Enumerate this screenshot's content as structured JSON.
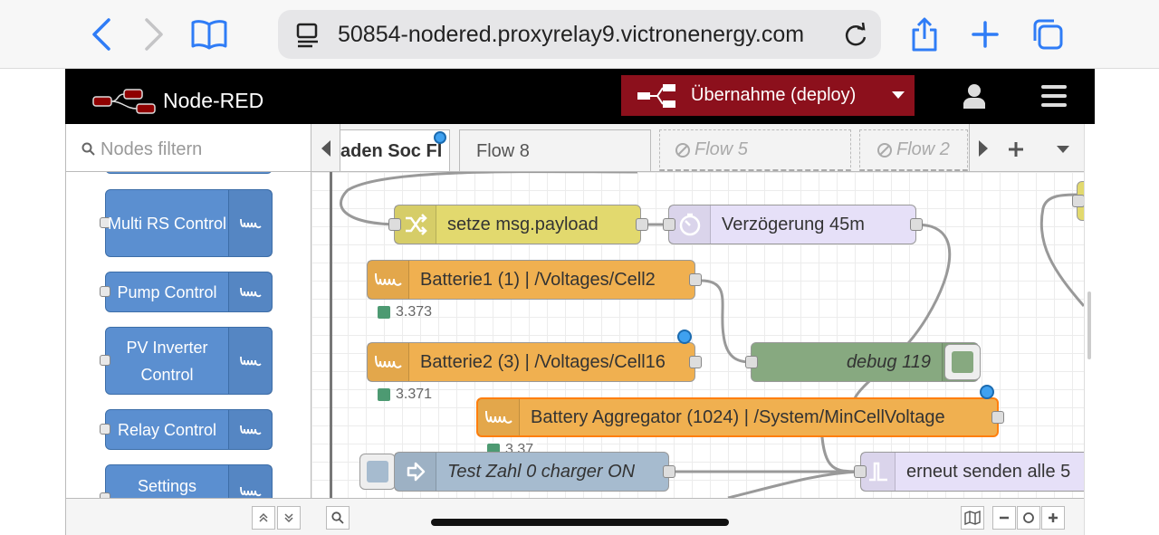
{
  "browser": {
    "url": "50854-nodered.proxyrelay9.victronenergy.com"
  },
  "header": {
    "app_title": "Node-RED",
    "deploy_label": "Übernahme (deploy)"
  },
  "palette": {
    "search_placeholder": "Nodes filtern",
    "items": [
      {
        "label": "Multi RS Control"
      },
      {
        "label": "Pump Control"
      },
      {
        "label": "PV Inverter Control"
      },
      {
        "label": "Relay Control"
      },
      {
        "label": "Settings"
      }
    ]
  },
  "tabs": [
    {
      "label": "aden Soc Fl",
      "state": "active"
    },
    {
      "label": "Flow 8",
      "state": "normal"
    },
    {
      "label": "Flow 5",
      "state": "disabled"
    },
    {
      "label": "Flow 2",
      "state": "disabled"
    }
  ],
  "flow": {
    "nodes": [
      {
        "label": "setze msg.payload",
        "type": "change",
        "color": "#e2d96e"
      },
      {
        "label": "Verzögerung 45m",
        "type": "delay",
        "color": "#e6e0f8"
      },
      {
        "label": "Batterie1 (1) | /Voltages/Cell2",
        "type": "victron-input",
        "color": "#f0b050",
        "status": "3.373"
      },
      {
        "label": "debug 119",
        "type": "debug",
        "color": "#87a980"
      },
      {
        "label": "Batterie2 (3) | /Voltages/Cell16",
        "type": "victron-input",
        "color": "#f0b050",
        "status": "3.371"
      },
      {
        "label": "Battery Aggregator (1024) | /System/MinCellVoltage",
        "type": "victron-input",
        "color": "#f0b050",
        "status": "3.37"
      },
      {
        "label": "Test Zahl 0 charger ON",
        "type": "inject",
        "color": "#a6bbcf"
      },
      {
        "label": "erneut senden alle 5",
        "type": "trigger",
        "color": "#e6e0f8"
      }
    ]
  },
  "colors": {
    "header_bg": "#000000",
    "deploy_bg": "#8c101c",
    "palette_node": "#5b8fd0",
    "changed_dot": "#3fa1f0"
  }
}
